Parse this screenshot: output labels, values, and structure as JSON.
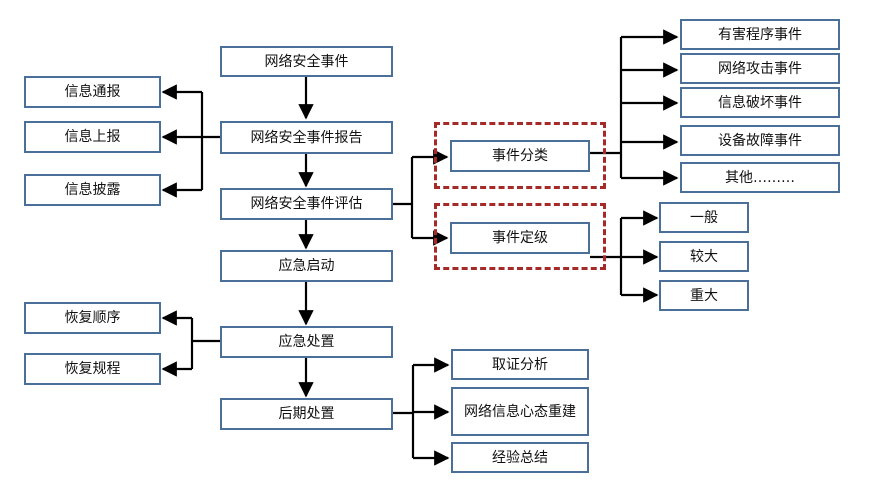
{
  "nodes": {
    "security_event": "网络安全事件",
    "event_report": "网络安全事件报告",
    "event_assessment": "网络安全事件评估",
    "emergency_start": "应急启动",
    "emergency_handling": "应急处置",
    "post_handling": "后期处置",
    "info_notify": "信息通报",
    "info_report": "信息上报",
    "info_disclose": "信息披露",
    "recovery_order": "恢复顺序",
    "recovery_rules": "恢复规程",
    "event_classify": "事件分类",
    "event_grade": "事件定级",
    "harmful_program": "有害程序事件",
    "network_attack": "网络攻击事件",
    "info_destruction": "信息破坏事件",
    "device_fault": "设备故障事件",
    "other": "其他………",
    "grade_general": "一般",
    "grade_major": "较大",
    "grade_serious": "重大",
    "evidence_analysis": "取证分析",
    "network_rebuild": "网络信息心态重建",
    "lessons_summary": "经验总结"
  },
  "colors": {
    "node_border": "#4a6f99",
    "group_border": "#a52a2a",
    "connector": "#000000"
  }
}
